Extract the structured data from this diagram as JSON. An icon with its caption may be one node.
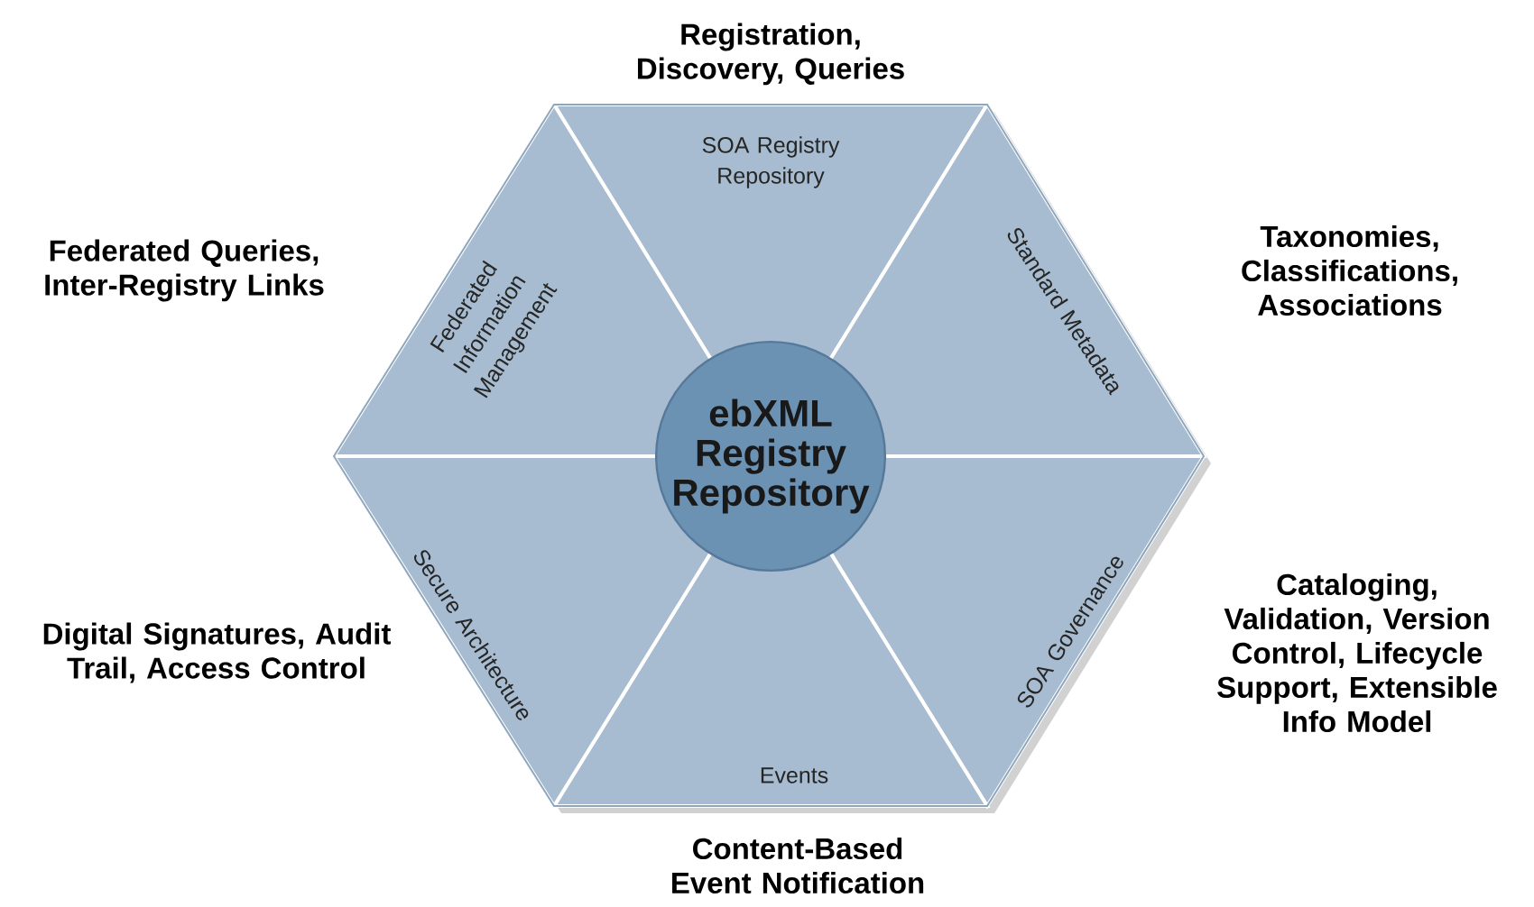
{
  "diagram": {
    "nodes": [
      {
        "text": [
          "SOA Registry Repository"
        ]
      },
      {
        "text": [
          "Standard Metadata"
        ]
      },
      {
        "text": [
          "SOA Governance"
        ]
      },
      {
        "text": [
          "Events"
        ]
      },
      {
        "text": [
          "Secure Architecture"
        ]
      },
      {
        "text": [
          "Federated Information Management"
        ]
      },
      {
        "text": [
          "ebXML Registry Repository"
        ]
      }
    ],
    "labels": [
      "Registration, Discovery, Queries",
      "Federated Queries, Inter-Registry Links",
      "Taxonomies, Classifications, Associations",
      "Digital Signatures, Audit Trail, Access Control",
      "Cataloging, Validation, Version Control, Lifecycle Support, Extensible Info Model",
      "Content-Based Event Notification"
    ]
  }
}
